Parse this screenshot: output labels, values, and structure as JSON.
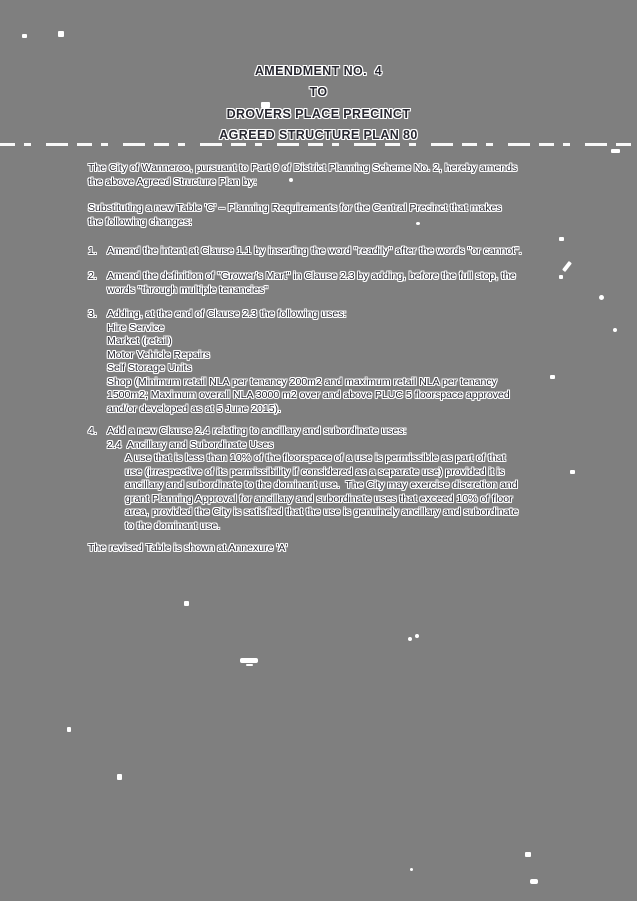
{
  "page": {
    "background_color": "#7f7f7f",
    "ink_color": "#26262f",
    "halo_color": "#ffffff",
    "kind": "scanned-document"
  },
  "title": {
    "lines": [
      "AMENDMENT NO.  4",
      "TO",
      "DROVERS PLACE PRECINCT",
      "AGREED STRUCTURE PLAN 80"
    ]
  },
  "intro": {
    "lines": [
      "The City of Wanneroo, pursuant to Part 9 of District Planning Scheme No. 2, hereby amends",
      "the above Agreed Structure Plan by:"
    ]
  },
  "substitution": {
    "lines": [
      "Substituting a new Table 'C' – Planning Requirements for the Central Precinct that makes",
      "the following changes:"
    ]
  },
  "items": [
    {
      "num": "1.",
      "lines": [
        "Amend the intent at Clause 1.1 by inserting the word \"readily\" after the words \"or cannot\"."
      ]
    },
    {
      "num": "2.",
      "lines": [
        "Amend the definition of \"Grower's Mart\" in Clause 2.3 by adding, before the full stop, the",
        "words \"through multiple tenancies\""
      ]
    },
    {
      "num": "3.",
      "lines": [
        "Adding, at the end of Clause 2.3 the following uses:"
      ],
      "uses": [
        "Hire Service",
        "Market (retail)",
        "Motor Vehicle Repairs",
        "Self Storage Units",
        "Shop (Minimum retail NLA per tenancy 200m2 and maximum retail NLA per tenancy",
        "1500m2; Maximum overall NLA 3000 m2 over and above PLUC 5 floorspace approved",
        "and/or developed as at 5 June 2015)."
      ]
    },
    {
      "num": "4.",
      "lines": [
        "Add a new Clause 2.4 relating to ancillary and subordinate uses:",
        "2.4  Ancillary and Subordinate Uses"
      ],
      "clause": [
        "A use that is less than 10% of the floorspace of a use is permissible as part of that",
        "use (irrespective of its permissibility if considered as a separate use) provided it is",
        "ancillary and subordinate to the dominant use.  The City may exercise discretion and",
        "grant Planning Approval for ancillary and subordinate uses that exceed 10% of floor",
        "area, provided the City is satisfied that the use is genuinely ancillary and subordinate",
        "to the dominant use."
      ]
    }
  ],
  "closing": "The revised Table is shown at Annexure 'A'"
}
